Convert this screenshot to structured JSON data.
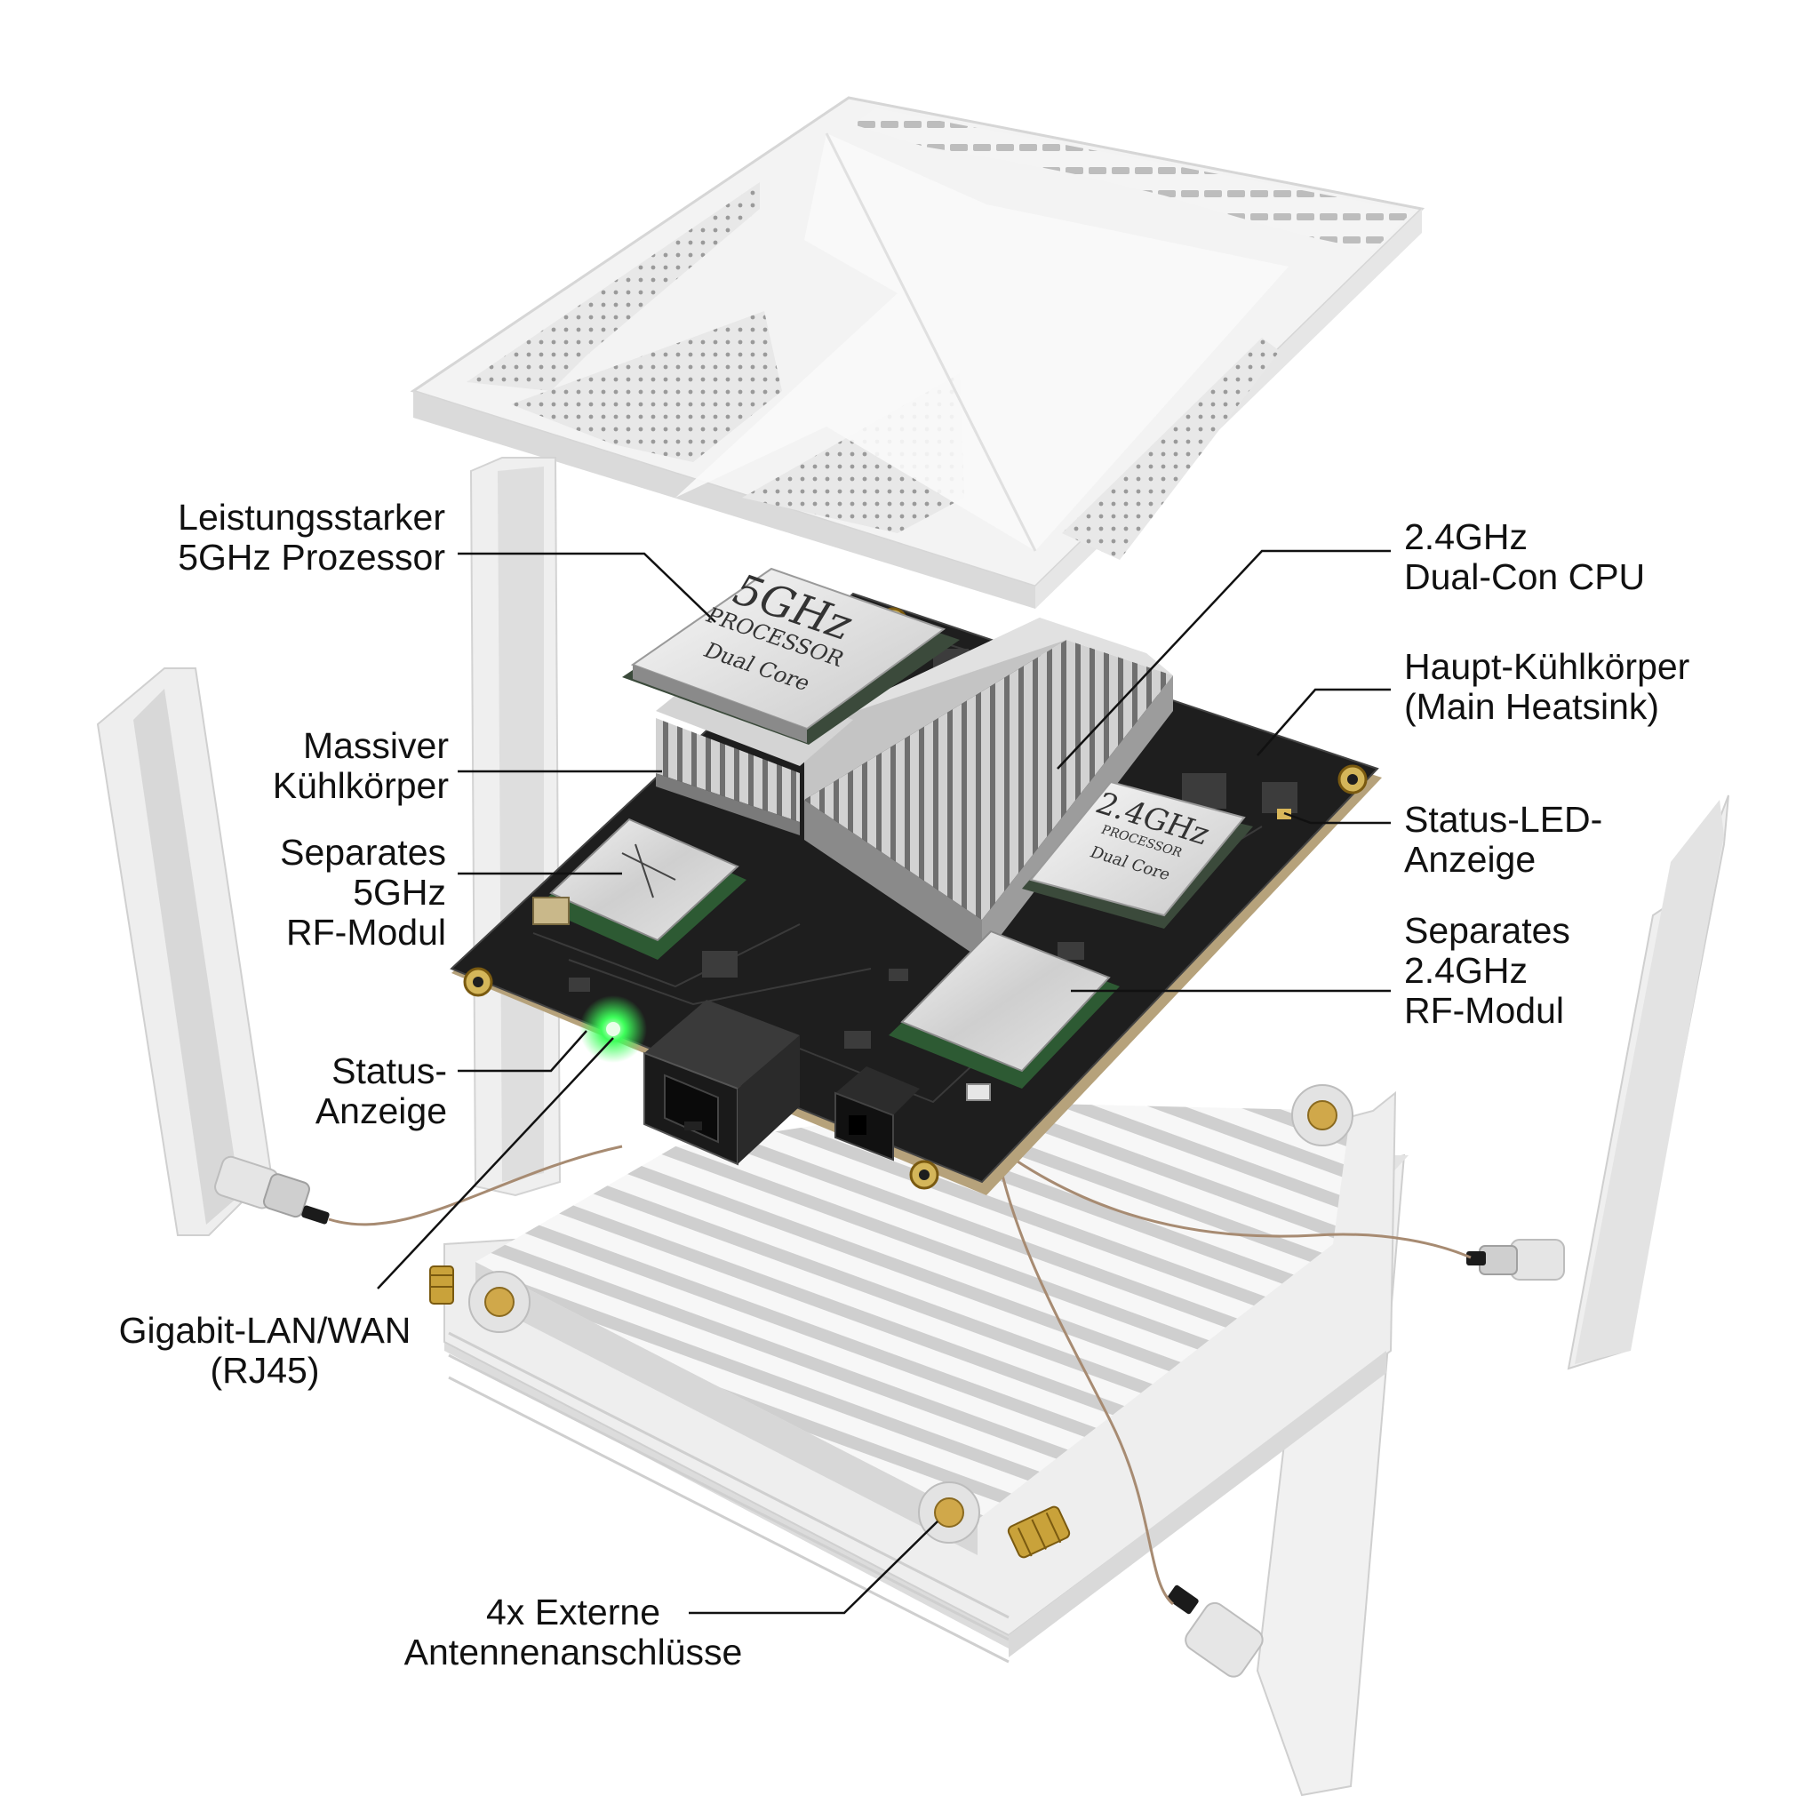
{
  "colors": {
    "housing": "#f1f1f1",
    "housing_shade": "#d9d9d9",
    "pcb": "#1c1c1c",
    "heatsink": "#b9b9b9",
    "led": "#33ff55",
    "cable": "#a78b72",
    "brass": "#c9a23a",
    "leader": "#111111"
  },
  "labels": {
    "processor_5ghz": [
      "Leistungsstarker",
      "5GHz Prozessor"
    ],
    "heatsink_massive": [
      "Massiver",
      "Kühlkörper"
    ],
    "rf_5ghz": [
      "Separates",
      "5GHz",
      "RF-Modul"
    ],
    "status": [
      "Status-",
      "Anzeige"
    ],
    "lan_wan": [
      "Gigabit-LAN/WAN",
      "(RJ45)"
    ],
    "antenna_ports": [
      "4x Externe",
      "Antennenanschlüsse"
    ],
    "cpu_24": [
      "2.4GHz",
      "Dual-Con CPU"
    ],
    "main_heatsink": [
      "Haupt-Kühlkörper",
      "(Main Heatsink)"
    ],
    "status_led": [
      "Status-LED-",
      "Anzeige"
    ],
    "rf_24": [
      "Separates",
      "2.4GHz",
      "RF-Modul"
    ]
  },
  "chips": {
    "chip_5ghz": [
      "5GHz",
      "PROCESSOR",
      "Dual Core"
    ],
    "chip_24": [
      "2.4GHz",
      "PROCESSOR",
      "Dual Core"
    ]
  }
}
